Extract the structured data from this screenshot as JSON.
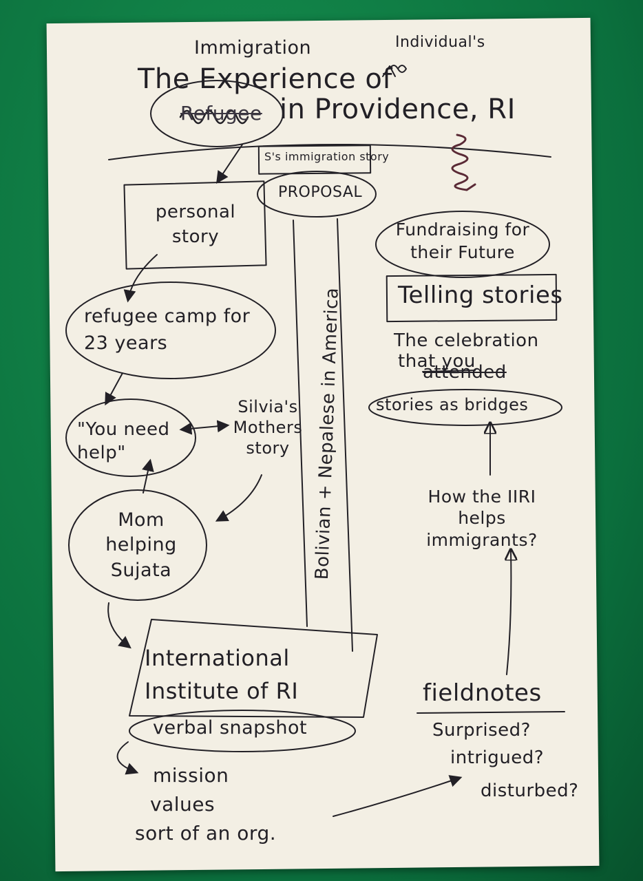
{
  "title": {
    "line1": "The Experience of",
    "insert_immigration": "Immigration",
    "insert_individuals": "Individual's",
    "line2_strike": "Refugee",
    "line2": "in Providence, RI"
  },
  "proposal": {
    "box_label": "S's immigration story",
    "oval_label": "PROPOSAL"
  },
  "left_flow": {
    "personal_story": "personal story",
    "refugee_camp": "refugee camp for 23 years",
    "you_need_help": "\"You need help\"",
    "silvias_story": "Silvia's Mothers story",
    "mom_helping": "Mom helping Sujata",
    "iiri": "International Institute of RI",
    "verbal_snapshot": "verbal snapshot",
    "mission": "mission",
    "values": "values",
    "sort_of_org": "sort of an org."
  },
  "vertical_bar": "Bolivian + Nepalese in America",
  "right_flow": {
    "fundraising": "Fundraising for their Future",
    "telling_stories": "Telling stories",
    "celebration_line1": "The celebration",
    "celebration_line2": "that you",
    "celebration_struck": "attended",
    "stories_as_bridges": "stories as bridges",
    "how_iiri_helps": "How the IIRI helps immigrants?",
    "fieldnotes": "fieldnotes",
    "surprised": "Surprised?",
    "intrigued": "intrigued?",
    "disturbed": "disturbed?"
  },
  "colors": {
    "ink": "#222026",
    "paper": "#f3efe4",
    "background": "#0e7a46",
    "accent_ink": "#5a2a36"
  }
}
